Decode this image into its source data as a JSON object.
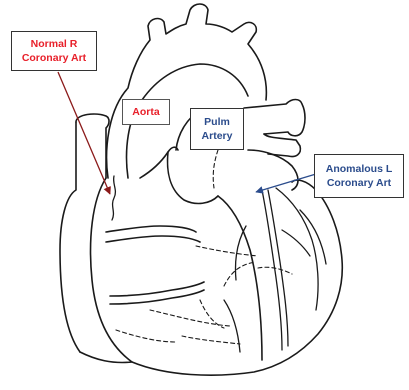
{
  "labels": {
    "rca_line1": "Normal R",
    "rca_line2": "Coronary Art",
    "aorta": "Aorta",
    "pulm_line1": "Pulm",
    "pulm_line2": "Artery",
    "lca_line1": "Anomalous L",
    "lca_line2": "Coronary Art"
  },
  "colors": {
    "red_label": "#e8202a",
    "blue_label": "#2b4c8c",
    "red_arrow": "#8b1a1a",
    "blue_arrow": "#2b4c8c",
    "outline": "#1a1a1a"
  }
}
